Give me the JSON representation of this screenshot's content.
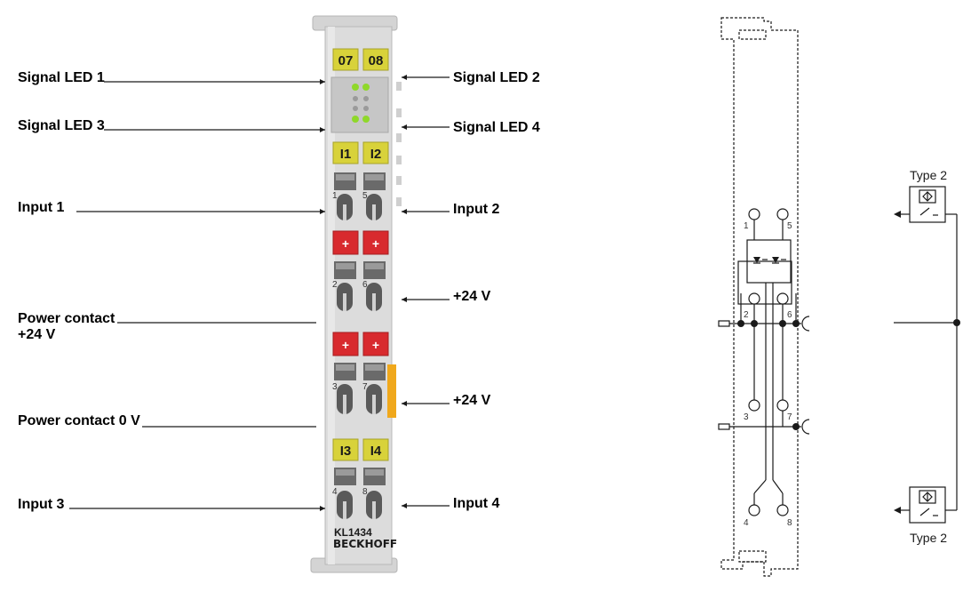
{
  "module": {
    "model": "KL1434",
    "brand": "BECKHOFF",
    "led_chips": [
      "07",
      "08"
    ],
    "input_chips_top": [
      "I1",
      "I2"
    ],
    "input_chips_bottom": [
      "I3",
      "I4"
    ],
    "plus_symbol": "+",
    "terminal_numbers": [
      "1",
      "5",
      "2",
      "6",
      "3",
      "7",
      "4",
      "8"
    ]
  },
  "callouts": {
    "signal_led_1": "Signal LED 1",
    "signal_led_2": "Signal LED 2",
    "signal_led_3": "Signal LED 3",
    "signal_led_4": "Signal LED 4",
    "input_1": "Input 1",
    "input_2": "Input 2",
    "input_3": "Input 3",
    "input_4": "Input 4",
    "power_contact_24v_line1": "Power contact",
    "power_contact_24v_line2": "+24 V",
    "power_contact_0v": "Power contact 0 V",
    "plus24v_a": "+24 V",
    "plus24v_b": "+24 V"
  },
  "schematic": {
    "terminals": [
      "1",
      "5",
      "2",
      "6",
      "3",
      "7",
      "4",
      "8"
    ],
    "sensor_top_label": "Type 2",
    "sensor_bottom_label": "Type 2"
  },
  "colors": {
    "module_body": "#dcdcdc",
    "chip_yellow": "#d8d23a",
    "chip_red": "#d82a2e",
    "led_green": "#8fd82a",
    "power_contact_orange": "#f0a81c"
  }
}
